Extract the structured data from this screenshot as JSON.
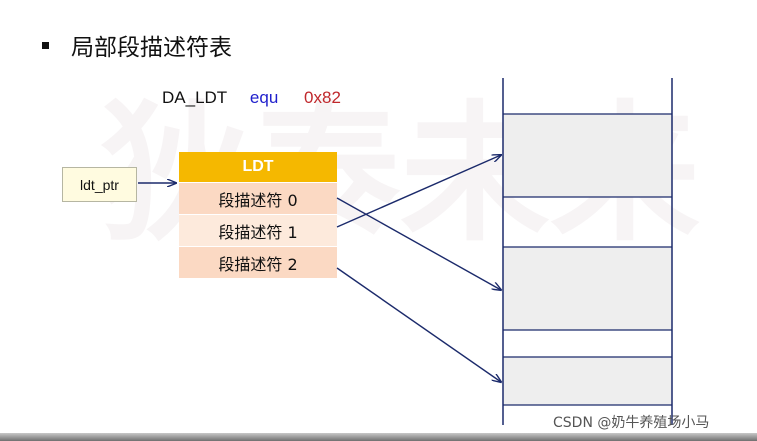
{
  "title": "局部段描述符表",
  "watermark": "狄泰未来",
  "equ_line": {
    "name": "DA_LDT",
    "keyword": "equ",
    "value": "0x82"
  },
  "pointer_label": "ldt_ptr",
  "ldt": {
    "header": "LDT",
    "rows": [
      "段描述符 0",
      "段描述符 1",
      "段描述符 2"
    ]
  },
  "colors": {
    "header": "#f5b800",
    "row_odd": "#fbd9c3",
    "row_even": "#fdeadc",
    "arrow": "#1b2a6b",
    "keyword": "#1f1fcc",
    "value": "#c0282c"
  },
  "credit": "CSDN @奶牛养殖场小马"
}
